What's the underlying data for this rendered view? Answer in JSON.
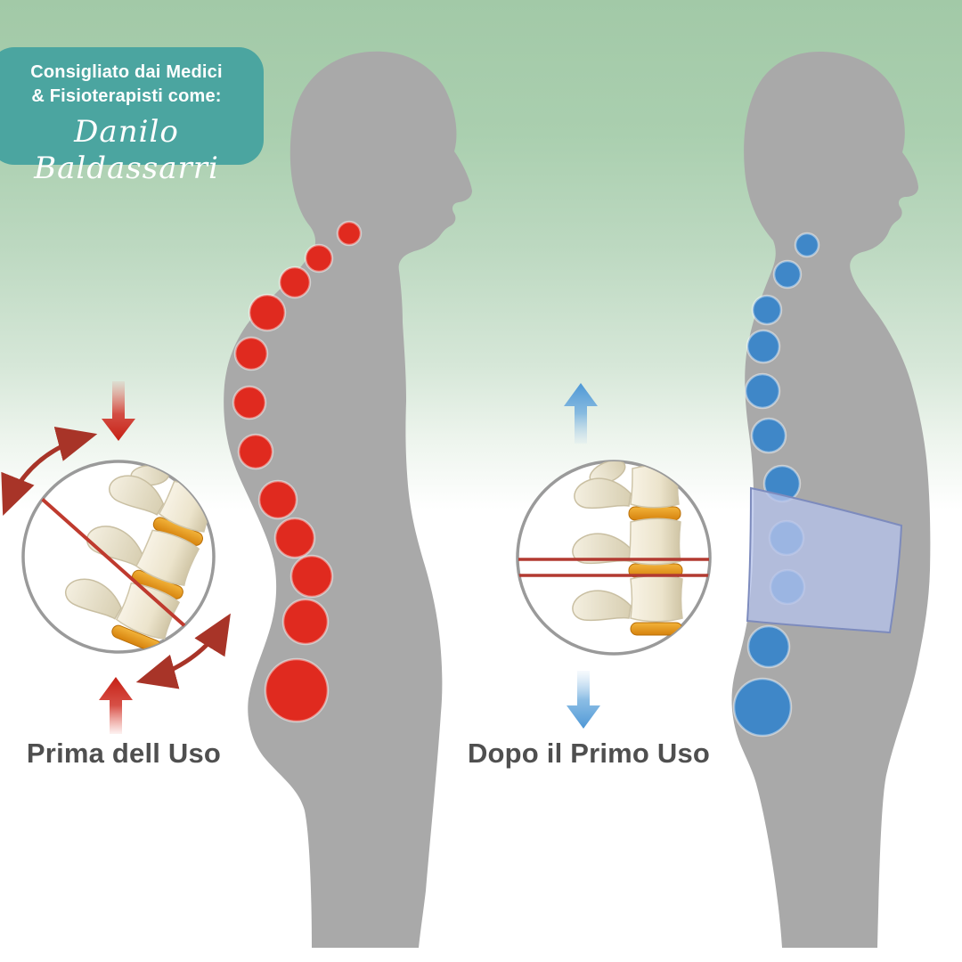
{
  "badge": {
    "line1": "Consigliato dai Medici",
    "line2": "& Fisioterapisti come:",
    "signature": "Danilo Baldassarri"
  },
  "labels": {
    "before": "Prima dell Uso",
    "after": "Dopo il Primo Uso"
  },
  "colors": {
    "background_top": "#A2C9A7",
    "background_bottom": "#FFFFFF",
    "badge_background": "#4BA5A0",
    "badge_text": "#FFFFFF",
    "silhouette_gray": "#A9A9A9",
    "before_dot_red": "#E02A1F",
    "after_dot_blue": "#3F87C8",
    "red_arrow": "#C51F14",
    "rotation_arrow_dark_red": "#A83428",
    "blue_arrow": "#4D97D6",
    "belt_blue": "#B5C1E9",
    "label_text": "#4F4F4F",
    "disc_orange": "#D6820D",
    "bone_cream": "#F1EBDB",
    "alignment_line_red": "#B23A31"
  },
  "spine_dots": {
    "before": [
      [
        392,
        262,
        13
      ],
      [
        358,
        290,
        15
      ],
      [
        331,
        317,
        17
      ],
      [
        300,
        351,
        20
      ],
      [
        282,
        397,
        18
      ],
      [
        280,
        452,
        18
      ],
      [
        287,
        507,
        19
      ],
      [
        312,
        561,
        21
      ],
      [
        331,
        604,
        22
      ],
      [
        350,
        647,
        23
      ],
      [
        343,
        698,
        25
      ],
      [
        333,
        775,
        35
      ]
    ],
    "after": [
      [
        906,
        275,
        13
      ],
      [
        884,
        308,
        15
      ],
      [
        861,
        348,
        16
      ],
      [
        857,
        389,
        18
      ],
      [
        856,
        439,
        19
      ],
      [
        863,
        489,
        19
      ],
      [
        878,
        543,
        20
      ],
      [
        883,
        604,
        19
      ],
      [
        884,
        659,
        19
      ],
      [
        863,
        726,
        23
      ],
      [
        856,
        794,
        32
      ]
    ]
  },
  "insets": {
    "before": {
      "description": "misaligned-compressed-vertebrae-diagonal-line",
      "arrows": [
        "compression-down",
        "compression-up",
        "rotation-curved-upper",
        "rotation-curved-lower"
      ]
    },
    "after": {
      "description": "aligned-vertebrae-parallel-level-lines",
      "arrows": [
        "decompression-up",
        "decompression-down"
      ]
    }
  }
}
